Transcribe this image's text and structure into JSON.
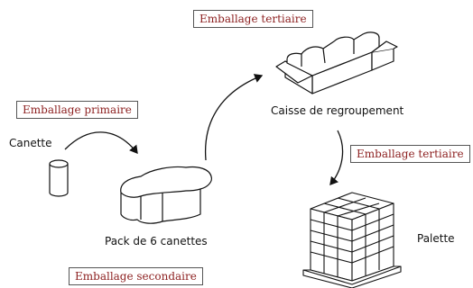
{
  "tags": {
    "tertiaire_top": "Emballage tertiaire",
    "primaire": "Emballage primaire",
    "tertiaire_right": "Emballage tertiaire",
    "secondaire": "Emballage secondaire"
  },
  "labels": {
    "canette": "Canette",
    "caisse": "Caisse de regroupement",
    "pack": "Pack de 6 canettes",
    "palette": "Palette"
  },
  "colors": {
    "tag_text": "#8c1f1f",
    "stroke": "#111111"
  }
}
